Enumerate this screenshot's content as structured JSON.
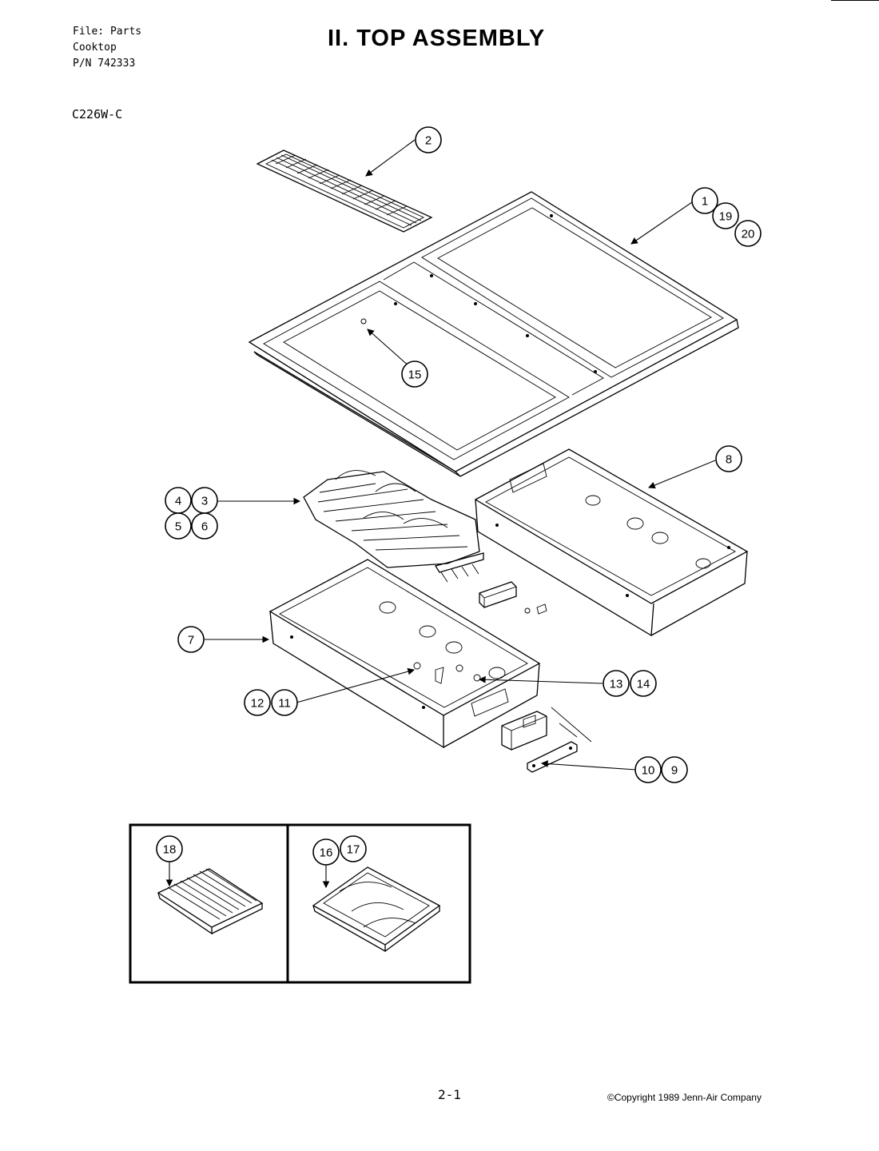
{
  "header": {
    "file_lines": [
      "File: Parts",
      "Cooktop",
      "P/N 742333"
    ],
    "model": "C226W-C",
    "title": "II. TOP ASSEMBLY"
  },
  "callouts": {
    "c1": "1",
    "c2": "2",
    "c3": "3",
    "c4": "4",
    "c5": "5",
    "c6": "6",
    "c7": "7",
    "c8": "8",
    "c9": "9",
    "c10": "10",
    "c11": "11",
    "c12": "12",
    "c13": "13",
    "c14": "14",
    "c15": "15",
    "c16": "16",
    "c17": "17",
    "c18": "18",
    "c19": "19",
    "c20": "20"
  },
  "footer": {
    "page_number": "2-1",
    "copyright": "©Copyright 1989 Jenn-Air Company"
  }
}
